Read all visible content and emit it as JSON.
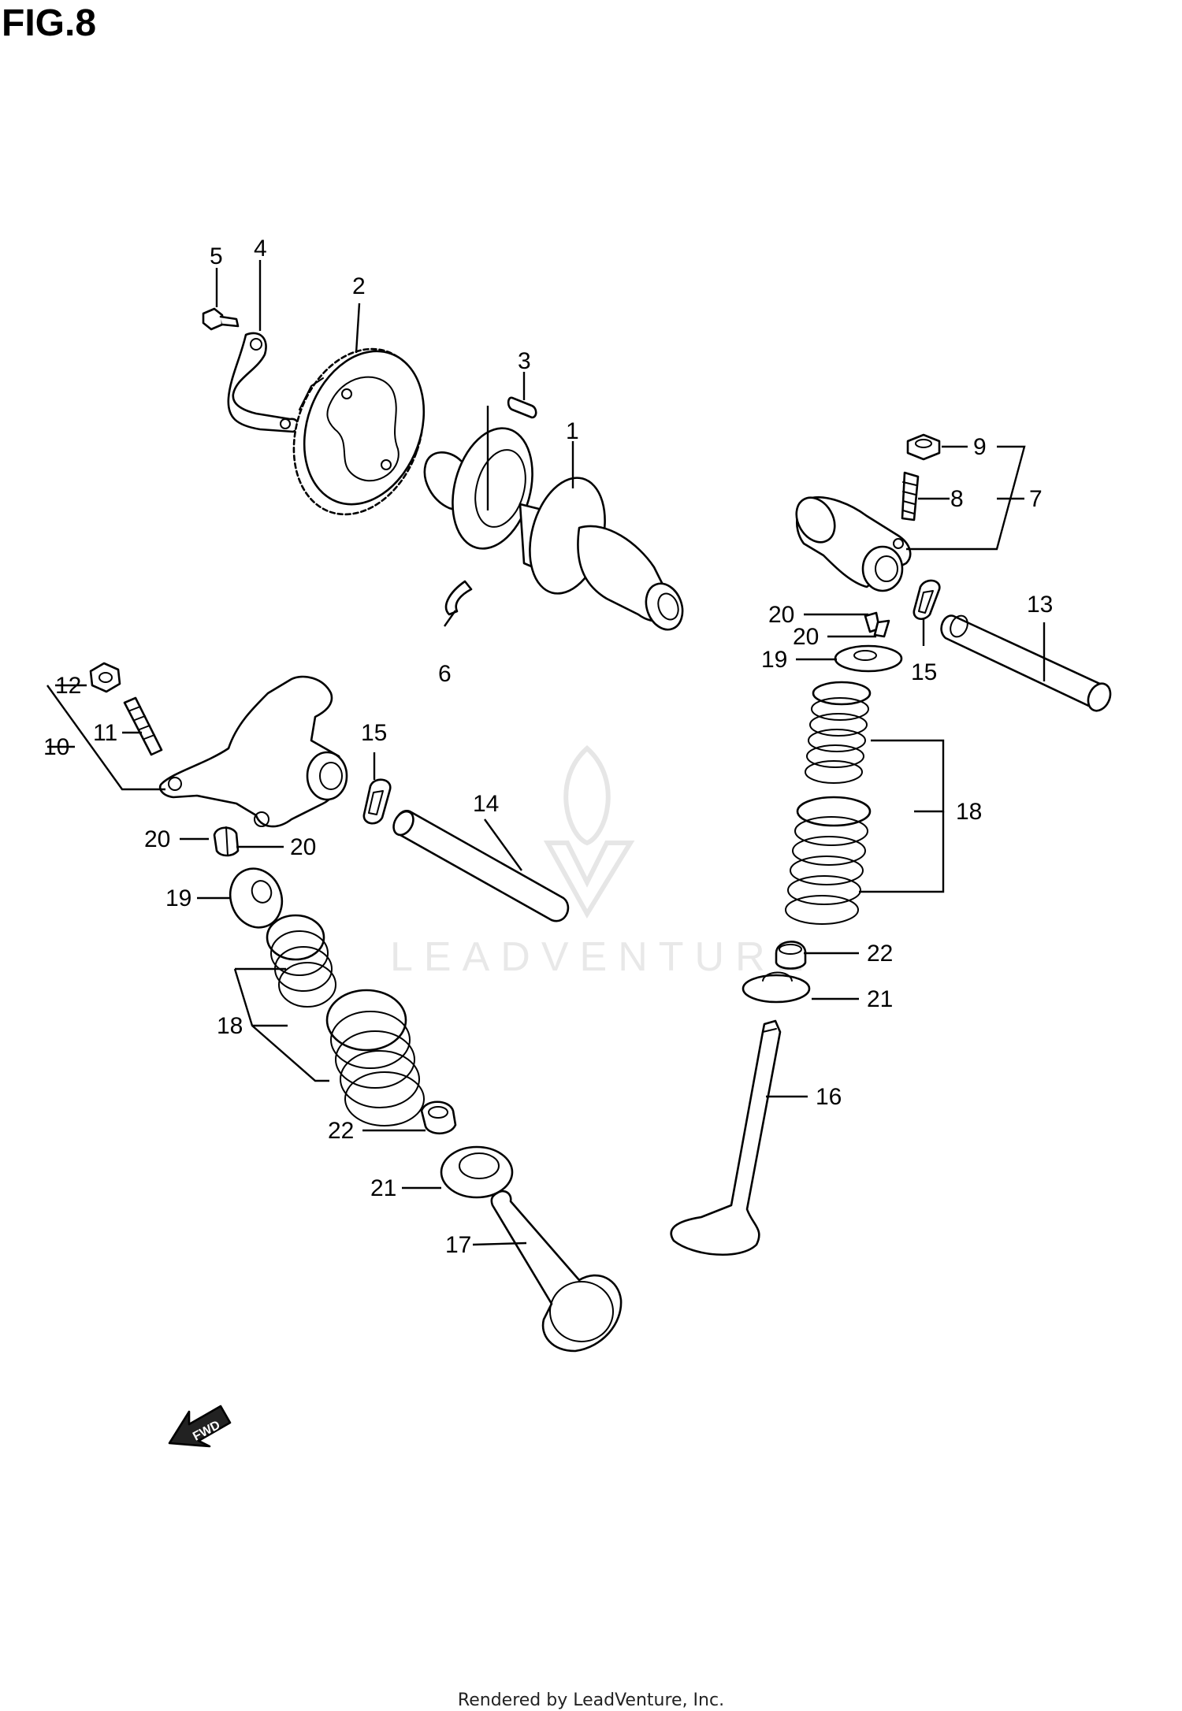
{
  "figure": {
    "title": "FIG.8",
    "footer": "Rendered by LeadVenture, Inc.",
    "watermark": "LEADVENTURE"
  },
  "callouts": {
    "c1": "1",
    "c2": "2",
    "c3": "3",
    "c4": "4",
    "c5": "5",
    "c6": "6",
    "c7": "7",
    "c8": "8",
    "c9": "9",
    "c10": "10",
    "c11": "11",
    "c12": "12",
    "c13": "13",
    "c14": "14",
    "c15a": "15",
    "c15b": "15",
    "c16": "16",
    "c17": "17",
    "c18a": "18",
    "c18b": "18",
    "c19a": "19",
    "c19b": "19",
    "c20a": "20",
    "c20b": "20",
    "c20c": "20",
    "c20d": "20",
    "c21a": "21",
    "c21b": "21",
    "c22a": "22",
    "c22b": "22"
  },
  "fwd_label": "FWD"
}
